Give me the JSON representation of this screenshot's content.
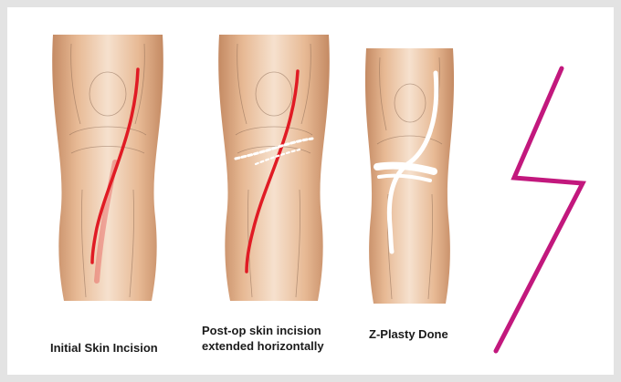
{
  "panels": [
    {
      "caption_lines": [
        "Initial Skin Incision"
      ]
    },
    {
      "caption_lines": [
        "Post-op skin incision",
        "extended horizontally"
      ]
    },
    {
      "caption_lines": [
        "Z-Plasty Done"
      ]
    }
  ],
  "colors": {
    "skin_light": "#f6e1ce",
    "skin_mid": "#e7b994",
    "skin_dark": "#c48a63",
    "incision_red": "#e01b24",
    "scar_white": "#ffffff",
    "z_symbol": "#c2187d"
  }
}
